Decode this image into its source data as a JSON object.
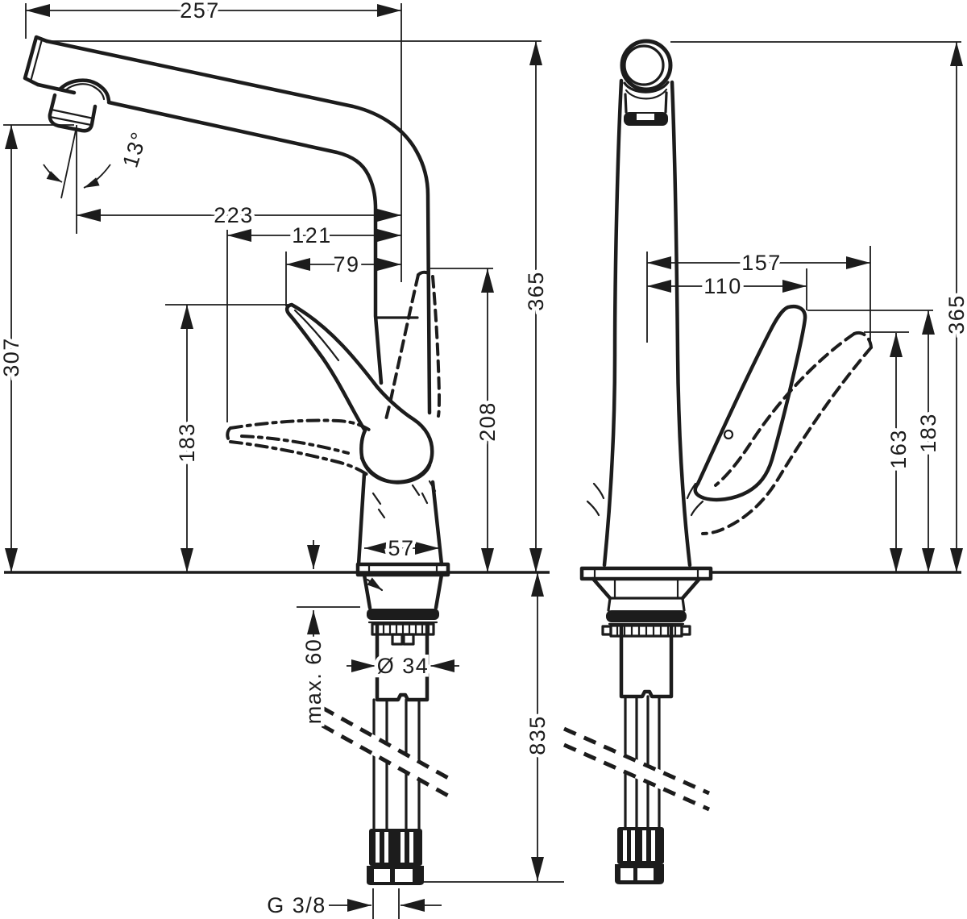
{
  "drawing": {
    "background": "#ffffff",
    "line_color": "#1c1c1c",
    "dimensions": {
      "left_view": {
        "spout_reach": "257",
        "spout_angle": "13°",
        "outlet_to_body_axis": "223",
        "open_handle_to_axis": "121",
        "handle_tip_to_axis": "79",
        "total_height": "365",
        "outlet_height": "307",
        "handle_height": "183",
        "body_height": "208",
        "base_width": "57",
        "max_counter_thickness": "max. 60",
        "shank_diameter": "Ø 34",
        "hose_length": "835",
        "thread_size": "G 3/8"
      },
      "right_view": {
        "open_handle_reach": "157",
        "handle_reach": "110",
        "total_height": "365",
        "open_handle_height": "163",
        "handle_height": "183"
      }
    }
  }
}
